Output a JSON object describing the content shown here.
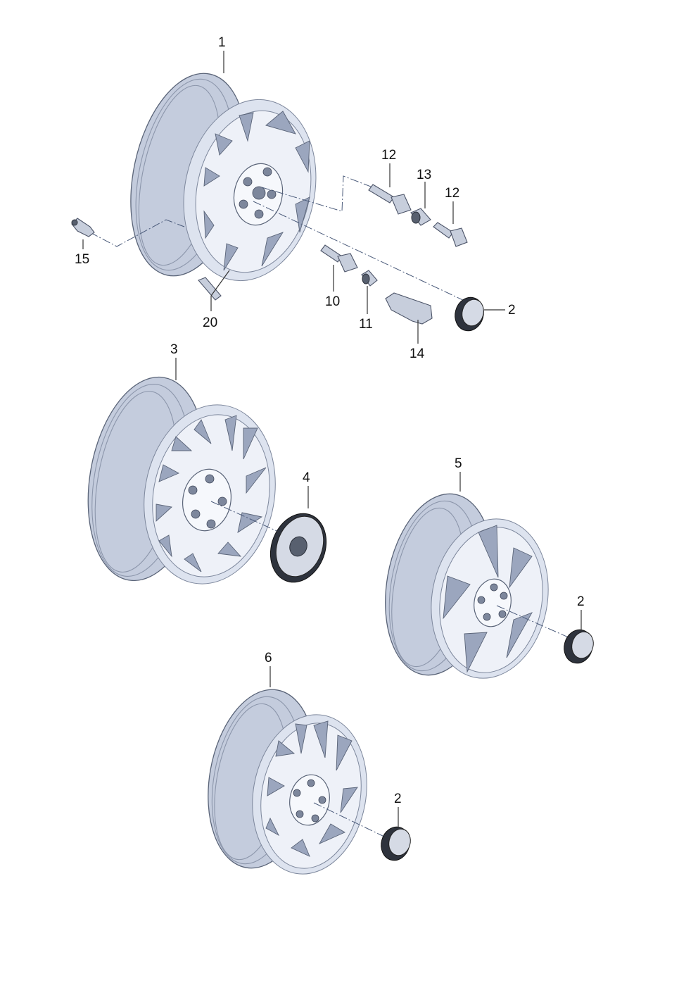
{
  "callouts": {
    "c1": "1",
    "c2a": "2",
    "c2b": "2",
    "c2c": "2",
    "c3": "3",
    "c4": "4",
    "c5": "5",
    "c6": "6",
    "c10": "10",
    "c11": "11",
    "c12a": "12",
    "c12b": "12",
    "c13": "13",
    "c14": "14",
    "c15": "15",
    "c20": "20"
  },
  "icons": {
    "wheel": "alloy-wheel-icon",
    "bolt": "wheel-bolt-icon",
    "cap": "center-cap-icon",
    "hubcap": "hubcap-icon",
    "valve": "tyre-valve-icon",
    "weight": "balance-weight-icon",
    "nut": "nut-icon",
    "tool": "removal-tool-icon"
  },
  "colors": {
    "rim": "#c4ccdd",
    "spoke": "#ffffff",
    "window": "#9ba6be",
    "outline": "#5a6478"
  }
}
